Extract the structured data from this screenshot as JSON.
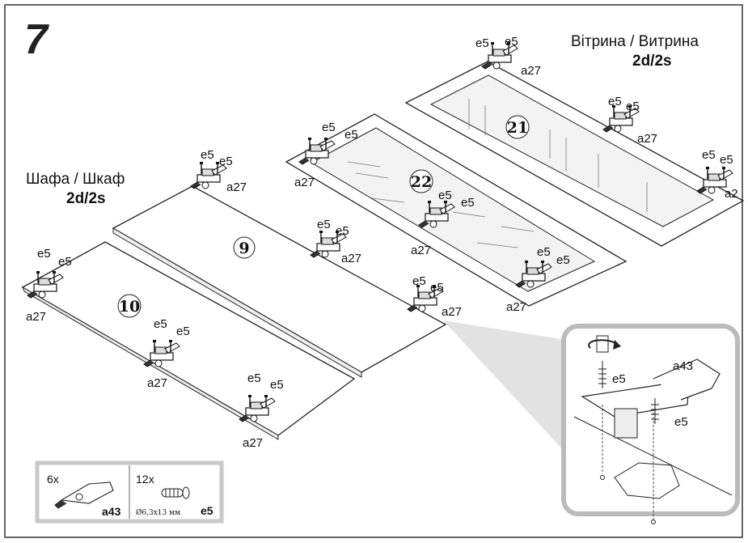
{
  "step": {
    "number": "7"
  },
  "groups": {
    "cabinet": {
      "title": "Шафа / Шкаф",
      "subtitle": "2d/2s"
    },
    "showcase": {
      "title": "Вітрина / Витрина",
      "subtitle": "2d/2s"
    }
  },
  "parts": {
    "p9": "9",
    "p10": "10",
    "p21": "21",
    "p22": "22"
  },
  "hardware": {
    "hinge": "a27",
    "screw": "e5",
    "hinge_short": "a2",
    "detail_hinge": "a43"
  },
  "legend": {
    "hinge_qty": "6x",
    "hinge_code": "a43",
    "screw_qty": "12x",
    "screw_size": "Ø6,3x13 мм",
    "screw_code": "e5"
  }
}
